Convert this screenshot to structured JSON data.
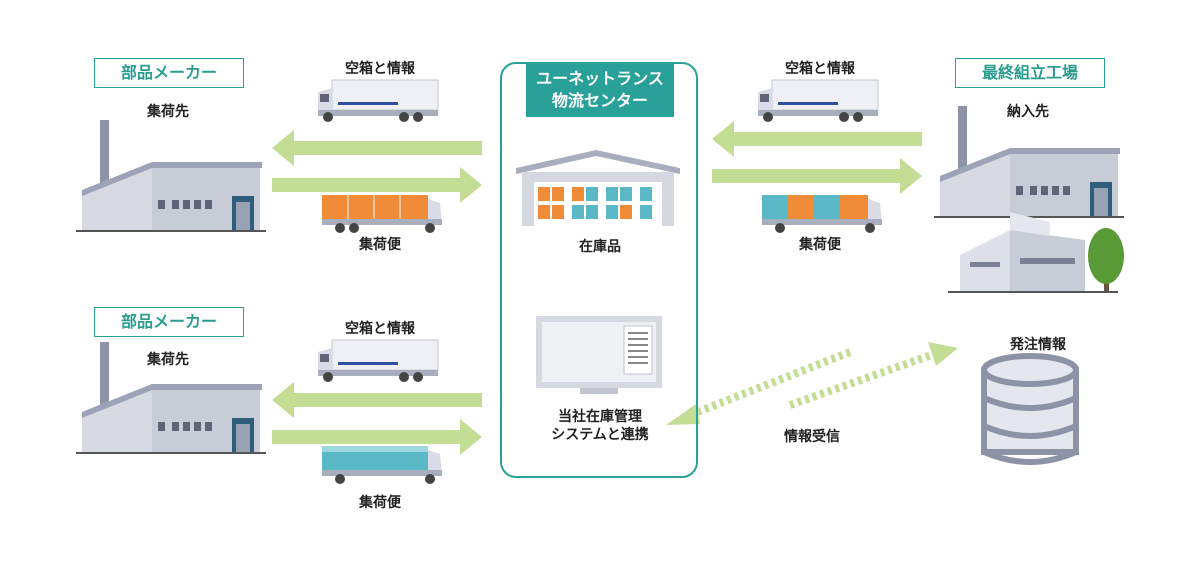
{
  "supplier_top": {
    "tag": "部品メーカー",
    "caption": "集荷先"
  },
  "supplier_bottom": {
    "tag": "部品メーカー",
    "caption": "集荷先"
  },
  "truck_labels": {
    "top_left_empty": "空箱と情報",
    "top_left_pickup": "集荷便",
    "bottom_left_empty": "空箱と情報",
    "bottom_left_pickup": "集荷便",
    "top_right_empty": "空箱と情報",
    "top_right_pickup": "集荷便"
  },
  "center": {
    "title_line1": "ユーネットランス",
    "title_line2": "物流センター",
    "warehouse_caption": "在庫品",
    "system_line1": "当社在庫管理",
    "system_line2": "システムと連携"
  },
  "assembly": {
    "tag": "最終組立工場",
    "caption": "納入先"
  },
  "order_info": "発注情報",
  "info_receive": "情報受信",
  "colors": {
    "accent": "#2aa198",
    "arrow": "#c4dd95",
    "building": "#c8ccd6",
    "orange": "#f08b37",
    "teal": "#5bb8c7"
  }
}
